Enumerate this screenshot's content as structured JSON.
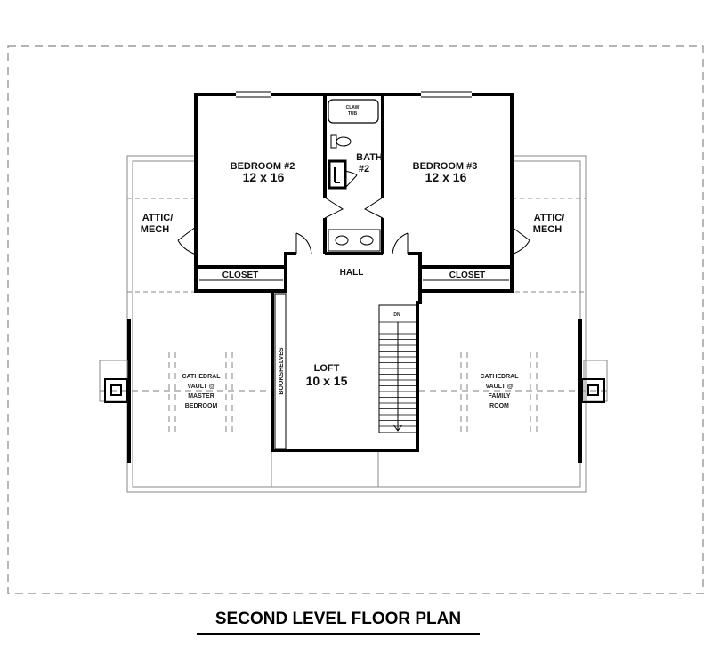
{
  "plan": {
    "title": "SECOND LEVEL FLOOR PLAN",
    "rooms": {
      "bedroom2": {
        "name": "BEDROOM #2",
        "size": "12 x 16"
      },
      "bedroom3": {
        "name": "BEDROOM #3",
        "size": "12 x 16"
      },
      "bath": {
        "line1": "BATH",
        "line2": "#2"
      },
      "tub": {
        "line1": "CLAW",
        "line2": "TUB"
      },
      "attic_left": {
        "line1": "ATTIC/",
        "line2": "MECH"
      },
      "attic_right": {
        "line1": "ATTIC/",
        "line2": "MECH"
      },
      "closet_left": "CLOSET",
      "closet_right": "CLOSET",
      "hall": "HALL",
      "loft": {
        "name": "LOFT",
        "size": "10 x 15"
      },
      "bookshelves": "BOOKSHELVES",
      "stair": "DN",
      "vault_left": {
        "line1": "CATHEDRAL",
        "line2": "VAULT @",
        "line3": "MASTER",
        "line4": "BEDROOM"
      },
      "vault_right": {
        "line1": "CATHEDRAL",
        "line2": "VAULT @",
        "line3": "FAMILY",
        "line4": "ROOM"
      }
    }
  }
}
